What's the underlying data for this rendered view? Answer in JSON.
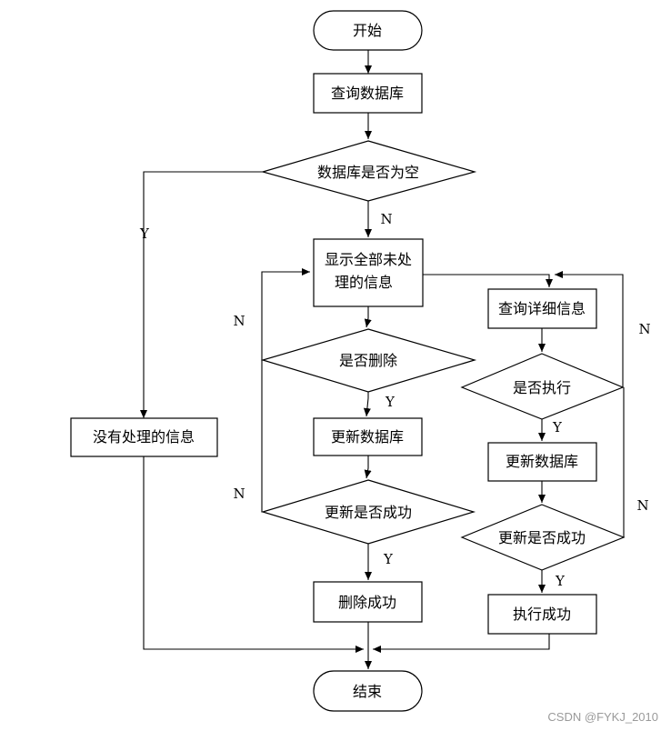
{
  "nodes": {
    "start": "开始",
    "query_db": "查询数据库",
    "db_empty": "数据库是否为空",
    "show_line1": "显示全部未处",
    "show_line2": "理的信息",
    "no_info": "没有处理的信息",
    "is_delete": "是否删除",
    "update_db_left": "更新数据库",
    "update_ok_left": "更新是否成功",
    "delete_ok": "删除成功",
    "query_detail": "查询详细信息",
    "is_execute": "是否执行",
    "update_db_right": "更新数据库",
    "update_ok_right": "更新是否成功",
    "execute_ok": "执行成功",
    "end": "结束"
  },
  "labels": {
    "y_empty": "Y",
    "n_empty": "N",
    "n_delete": "N",
    "y_delete": "Y",
    "n_update_left": "N",
    "y_update_left": "Y",
    "n_execute": "N",
    "y_execute": "Y",
    "n_update_right": "N",
    "y_update_right": "Y"
  },
  "watermark": "CSDN @FYKJ_2010"
}
